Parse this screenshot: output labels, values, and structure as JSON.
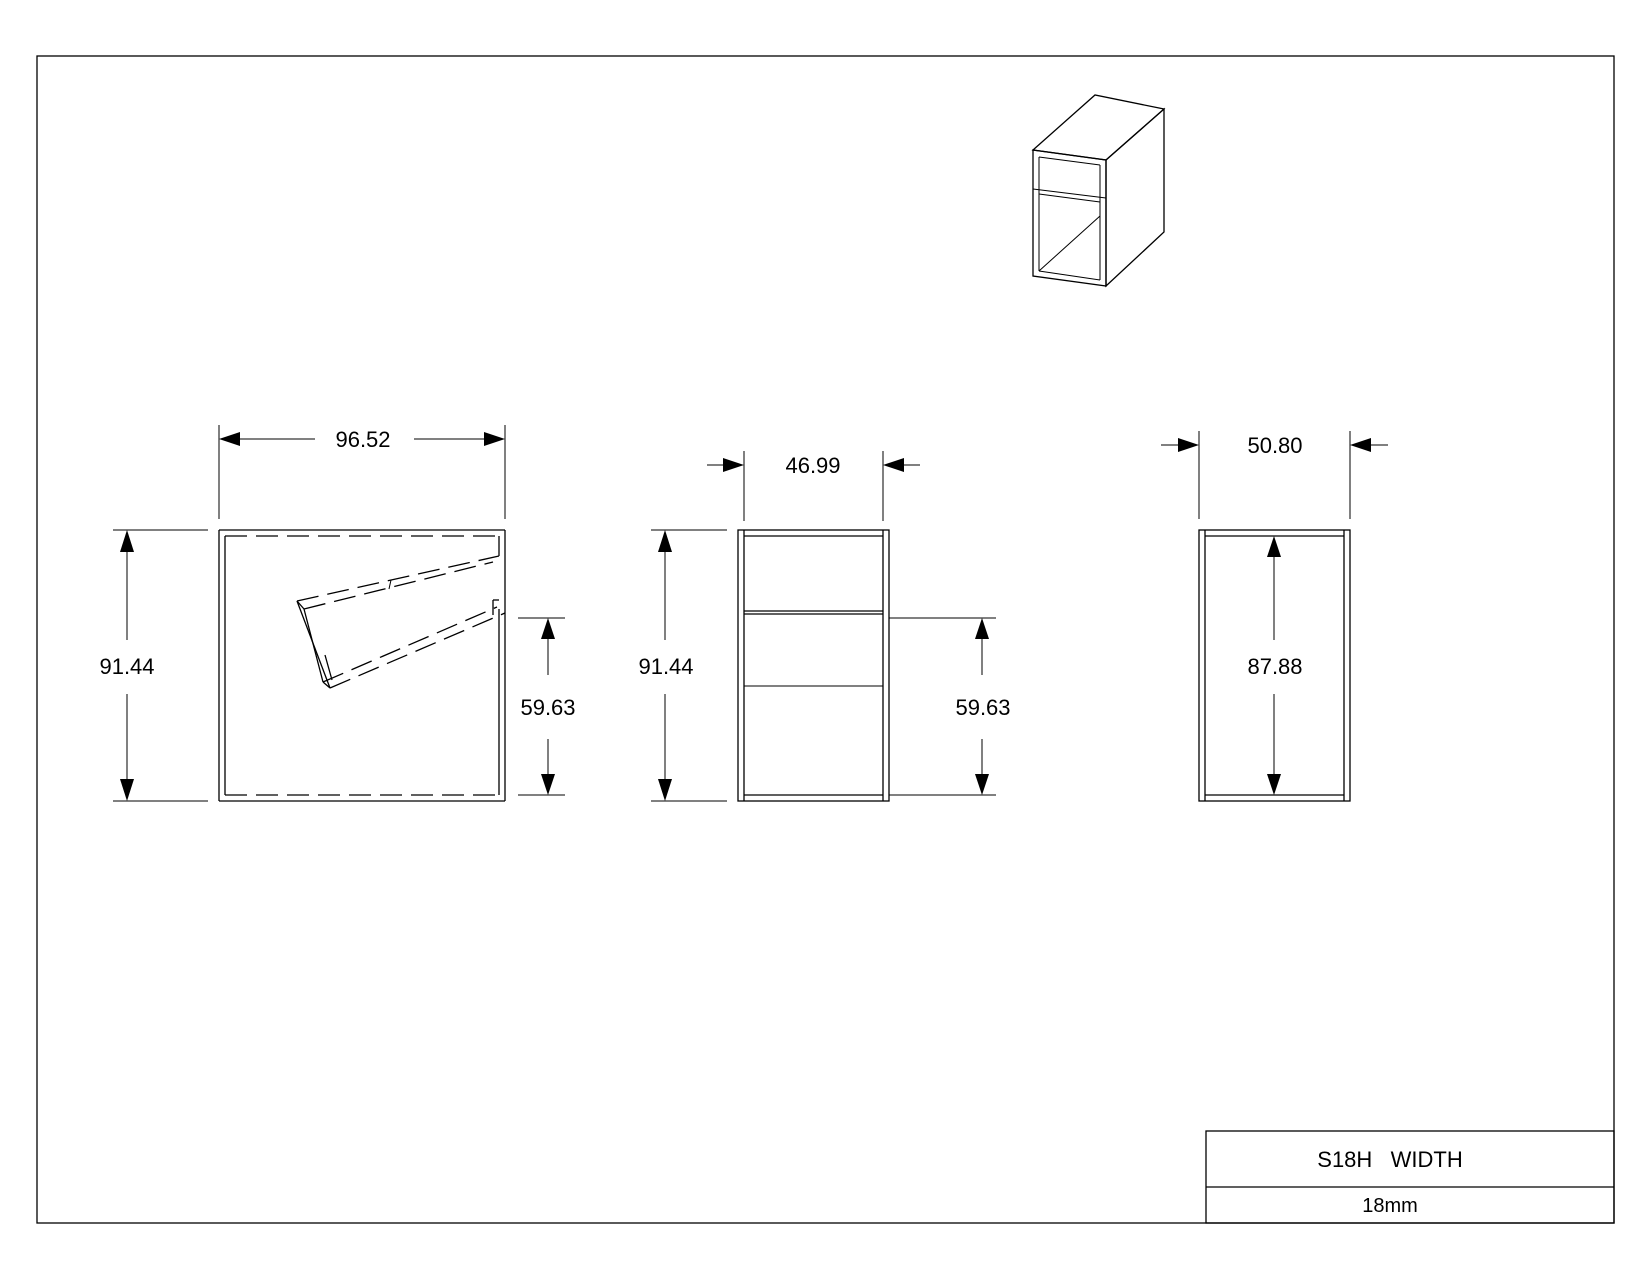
{
  "drawing": {
    "dimensions": {
      "front_width": "96.52",
      "front_height": "91.44",
      "front_inner_height": "59.63",
      "side_width": "46.99",
      "side_height": "91.44",
      "side_inner_height": "59.63",
      "back_width": "50.80",
      "back_inner_height": "87.88"
    },
    "title_block": {
      "title": "S18H   WIDTH",
      "material": "18mm"
    }
  }
}
